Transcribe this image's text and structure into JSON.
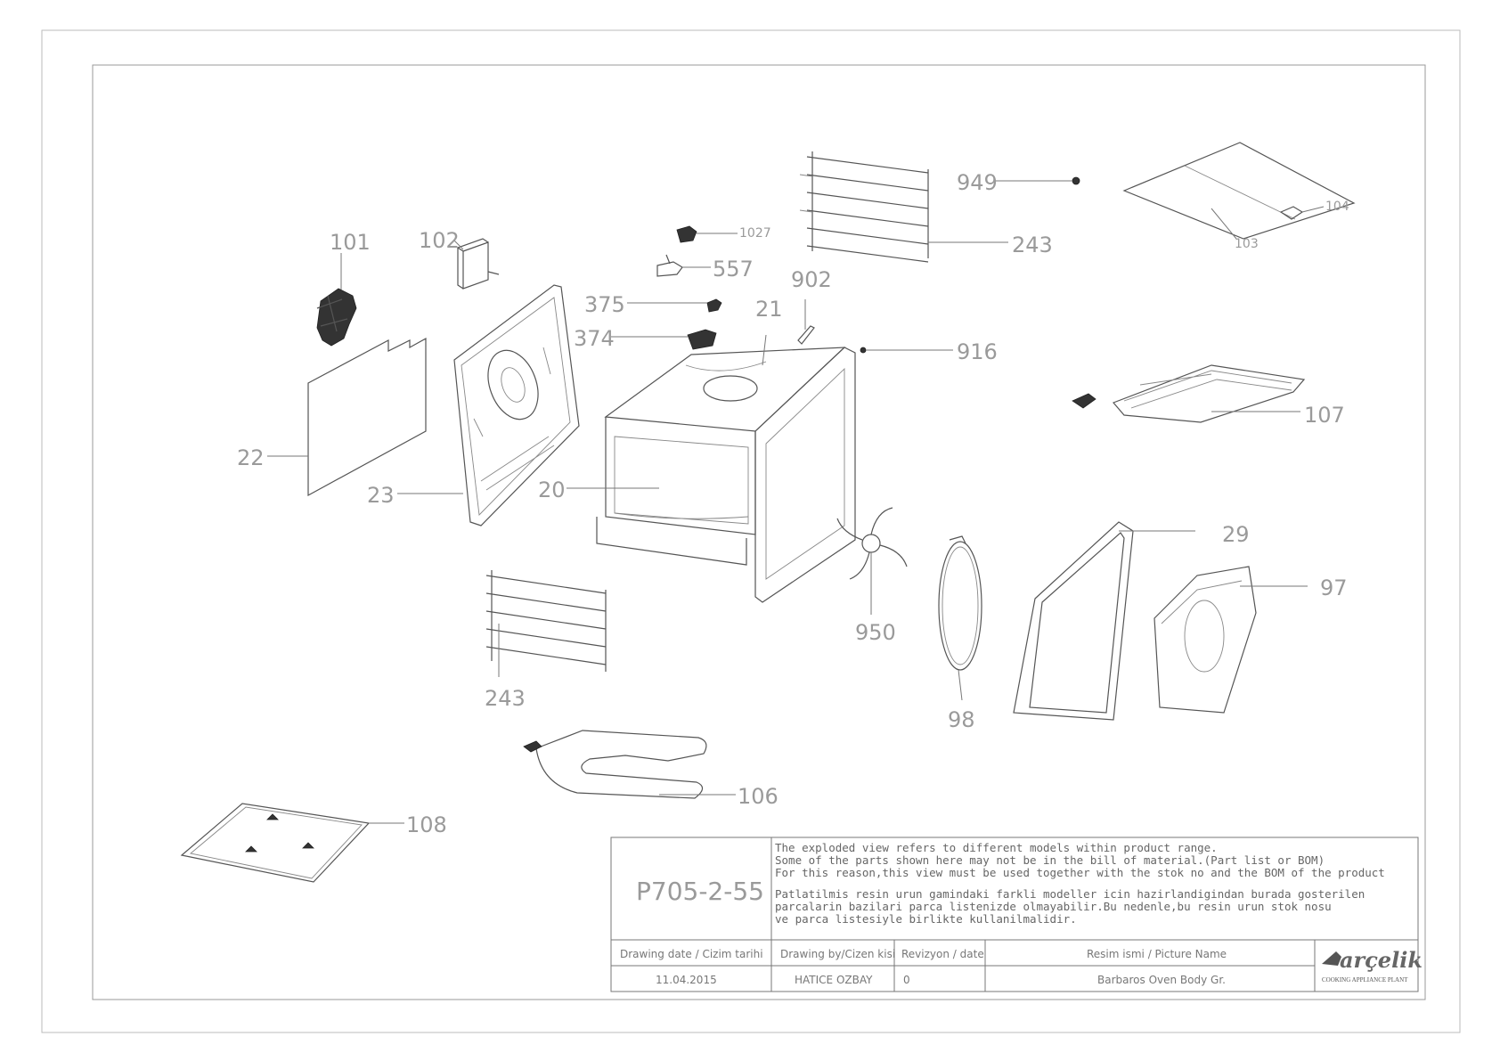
{
  "callouts": [
    {
      "id": "101",
      "text": "101"
    },
    {
      "id": "102",
      "text": "102"
    },
    {
      "id": "1027",
      "text": "1027"
    },
    {
      "id": "557",
      "text": "557"
    },
    {
      "id": "375",
      "text": "375"
    },
    {
      "id": "374",
      "text": "374"
    },
    {
      "id": "21",
      "text": "21"
    },
    {
      "id": "902",
      "text": "902"
    },
    {
      "id": "916",
      "text": "916"
    },
    {
      "id": "949",
      "text": "949"
    },
    {
      "id": "243a",
      "text": "243"
    },
    {
      "id": "104",
      "text": "104"
    },
    {
      "id": "103",
      "text": "103"
    },
    {
      "id": "107",
      "text": "107"
    },
    {
      "id": "22",
      "text": "22"
    },
    {
      "id": "23",
      "text": "23"
    },
    {
      "id": "20",
      "text": "20"
    },
    {
      "id": "29",
      "text": "29"
    },
    {
      "id": "97",
      "text": "97"
    },
    {
      "id": "950",
      "text": "950"
    },
    {
      "id": "98",
      "text": "98"
    },
    {
      "id": "243b",
      "text": "243"
    },
    {
      "id": "106",
      "text": "106"
    },
    {
      "id": "108",
      "text": "108"
    }
  ],
  "title_block": {
    "drawing_code": "P705-2-55",
    "note_en": [
      "The exploded view refers to different models within product range.",
      "Some of the parts shown here may not be in the bill of material.(Part list or BOM)",
      "For this reason,this view must be used together with the stok no and the BOM of the product"
    ],
    "note_tr": [
      "Patlatilmis resin urun gamindaki farkli modeller icin hazirlandigindan burada gosterilen",
      "parcalarin bazilari parca listenizde olmayabilir.Bu nedenle,bu resin urun stok nosu",
      "ve parca listesiyle birlikte kullanilmalidir."
    ],
    "headers": {
      "drawing_date": "Drawing date / Cizim tarihi",
      "drawing_by": "Drawing by/Cizen kisi",
      "revision": "Revizyon / date",
      "picture_name": "Resim ismi / Picture Name"
    },
    "values": {
      "drawing_date": "11.04.2015",
      "drawing_by": "HATICE OZBAY",
      "revision": "0",
      "picture_name": "Barbaros Oven Body Gr."
    },
    "brand": "arçelik",
    "plant": "COOKING APPLIANCE PLANT"
  }
}
